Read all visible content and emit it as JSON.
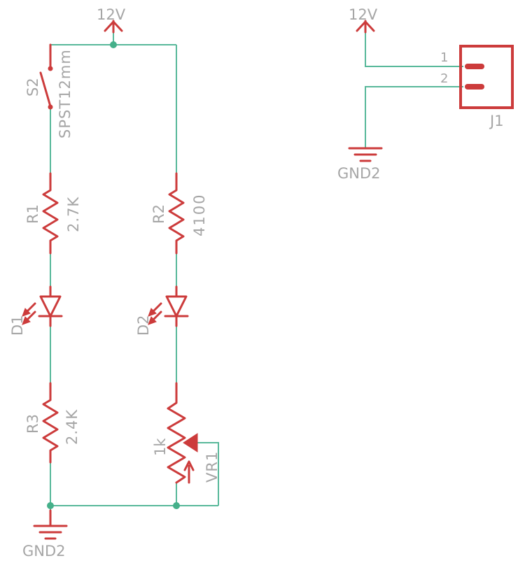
{
  "colors": {
    "wire": "#58b89a",
    "symbol": "#cc3b3b",
    "label": "#a6a6a6",
    "junction": "#45b08a"
  },
  "left_circuit": {
    "supply": {
      "label": "12V"
    },
    "switch": {
      "name": "S2",
      "value": "SPST12mm"
    },
    "r1": {
      "name": "R1",
      "value": "2.7K"
    },
    "r2": {
      "name": "R2",
      "value": "4100"
    },
    "d1": {
      "name": "D1"
    },
    "d2": {
      "name": "D2"
    },
    "r3": {
      "name": "R3",
      "value": "2.4K"
    },
    "vr1": {
      "name": "VR1",
      "value": "1k"
    },
    "ground": {
      "label": "GND2"
    }
  },
  "connector": {
    "supply": {
      "label": "12V"
    },
    "name": "J1",
    "pins": [
      "1",
      "2"
    ],
    "ground": {
      "label": "GND2"
    }
  }
}
